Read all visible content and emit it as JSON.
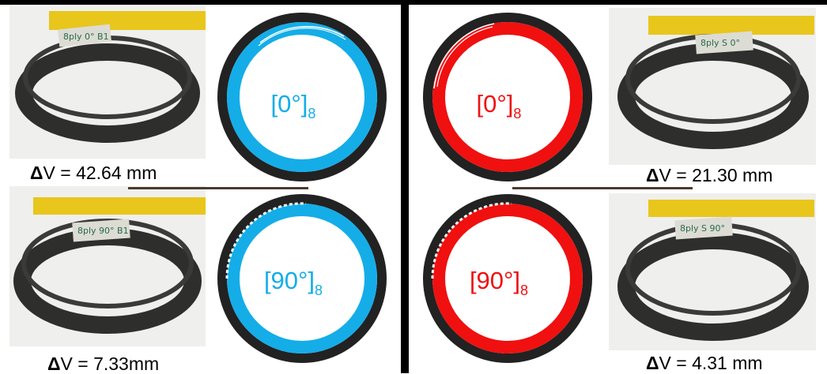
{
  "colors": {
    "blue": "#14ade8",
    "red": "#f01010",
    "ring_outer": "#222222",
    "connector": "#4a3a2e"
  },
  "rings": [
    {
      "id": "blue-0",
      "angle": "0°",
      "sub": "8",
      "color": "#14ade8"
    },
    {
      "id": "red-0",
      "angle": "0°",
      "sub": "8",
      "color": "#f01010"
    },
    {
      "id": "blue-90",
      "angle": "90°",
      "sub": "8",
      "color": "#14ade8"
    },
    {
      "id": "red-90",
      "angle": "90°",
      "sub": "8",
      "color": "#f01010"
    }
  ],
  "labels": {
    "top_left": {
      "prefix": "Δ",
      "text": "V = 42.64 mm"
    },
    "bottom_left": {
      "prefix": "Δ",
      "text": "V = 7.33mm"
    },
    "top_right": {
      "prefix": "Δ",
      "text": "V = 21.30 mm"
    },
    "bottom_right": {
      "prefix": "Δ",
      "text": "V = 4.31 mm"
    }
  },
  "photos": {
    "top_left": {
      "tag": "8ply 0° B1"
    },
    "bottom_left": {
      "tag": "8ply 90° B1"
    },
    "top_right": {
      "tag": "8ply S 0°"
    },
    "bottom_right": {
      "tag": "8ply S 90°"
    }
  }
}
